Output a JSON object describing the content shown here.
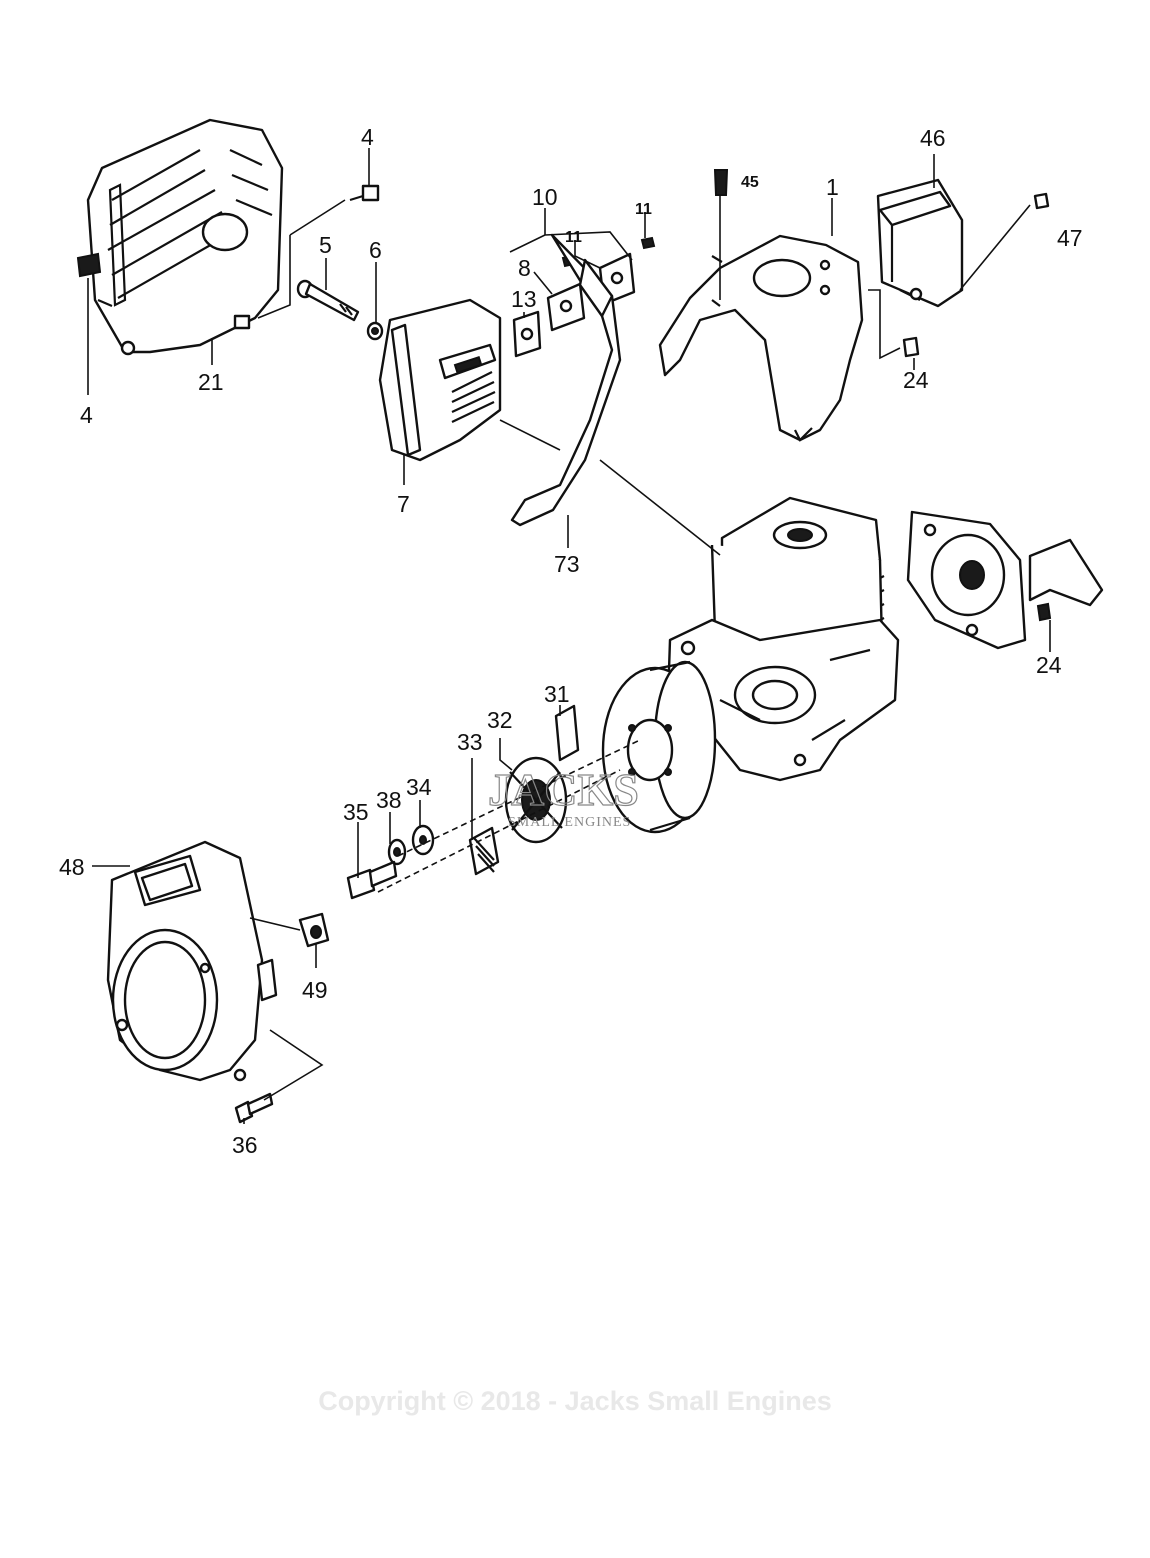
{
  "labels": {
    "l4a": "4",
    "l4b": "4",
    "l5": "5",
    "l6": "6",
    "l7": "7",
    "l8": "8",
    "l10": "10",
    "l11a": "11",
    "l11b": "11",
    "l13": "13",
    "l21": "21",
    "l45": "45",
    "l1": "1",
    "l46": "46",
    "l47": "47",
    "l24a": "24",
    "l24b": "24",
    "l73": "73",
    "l31": "31",
    "l32": "32",
    "l33": "33",
    "l34": "34",
    "l35": "35",
    "l38": "38",
    "l48": "48",
    "l49": "49",
    "l36": "36"
  },
  "watermark": {
    "logo": "JACKS",
    "sub": "SMALL ENGINES"
  },
  "copyright": "Copyright © 2018 - Jacks Small Engines"
}
